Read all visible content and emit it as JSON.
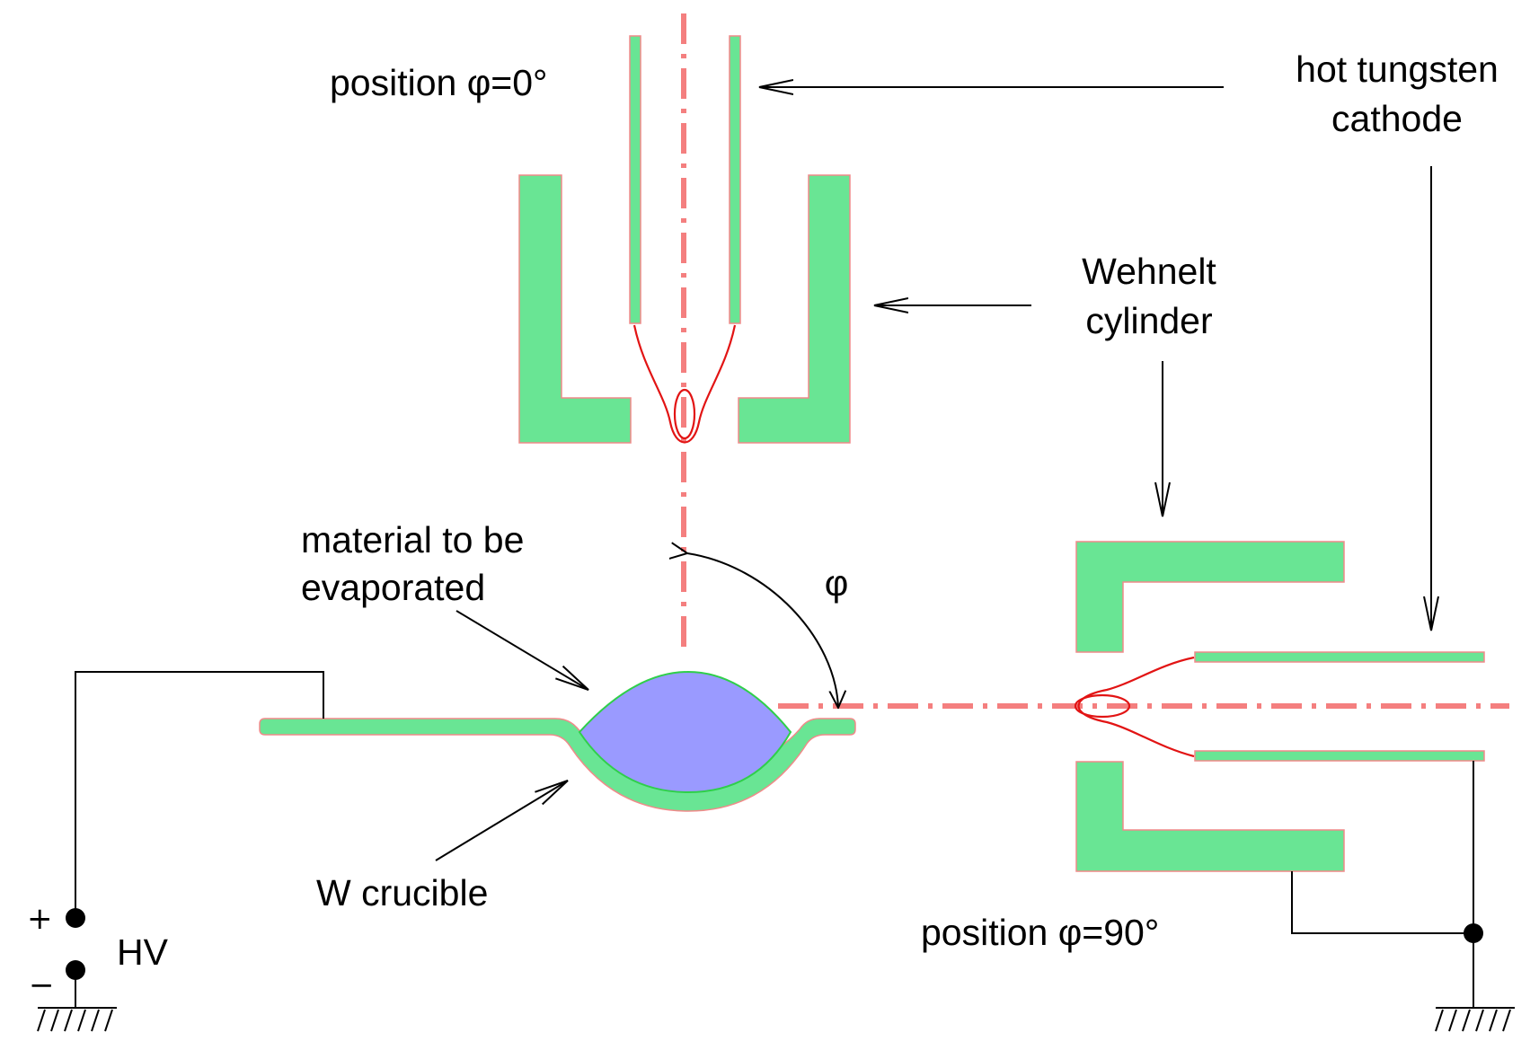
{
  "labels": {
    "position_0": "position φ=0°",
    "cathode_line1": "hot tungsten",
    "cathode_line2": "cathode",
    "wehnelt_line1": "Wehnelt",
    "wehnelt_line2": "cylinder",
    "material_line1": "material to be",
    "material_line2": "evaporated",
    "phi": "φ",
    "crucible": "W crucible",
    "position_90": "position φ=90°",
    "hv": "HV",
    "plus": "+",
    "minus": "−"
  },
  "colors": {
    "electrode_fill": "#69e594",
    "electrode_outline": "#f08a8a",
    "evaporant_fill": "#9a9aff",
    "beam_axis": "#f47f7f",
    "electron_trajectory": "#e21414",
    "wire": "#000000"
  }
}
